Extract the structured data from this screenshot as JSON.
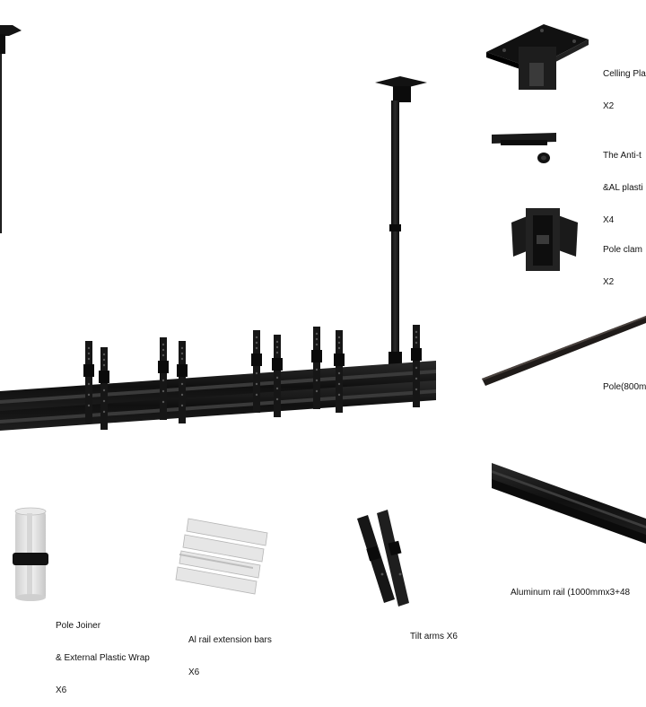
{
  "colors": {
    "background": "#ffffff",
    "metal": "#1b1b1b",
    "metal_dark": "#0b0b0b",
    "plastic": "#e4e4e4",
    "text": "#111111"
  },
  "parts": {
    "ceiling_plate": {
      "name": "Celling Pla",
      "qty": "X2",
      "icon": "ceiling-plate-icon"
    },
    "anti_tilt": {
      "name_line1": "The Anti-t",
      "name_line2": "&AL plasti",
      "qty": "X4",
      "icon": "anti-tilt-bracket-icon"
    },
    "pole_clamp": {
      "name": "Pole clam",
      "qty": "X2",
      "icon": "pole-clamp-icon"
    },
    "pole": {
      "name": "Pole(800m",
      "icon": "pole-icon"
    },
    "aluminum_rail": {
      "name": "Aluminum rail (1000mmx3+48",
      "icon": "aluminum-rail-icon"
    },
    "pole_joiner": {
      "name_line1": "Pole Joiner",
      "name_line2": "& External Plastic Wrap",
      "qty": "X6",
      "icon": "pole-joiner-icon"
    },
    "rail_extension_bars": {
      "name": "Al rail extension bars",
      "qty": "X6",
      "icon": "rail-extension-bar-icon"
    },
    "tilt_arms": {
      "name": "Tilt arms X6",
      "icon": "tilt-arm-icon"
    }
  },
  "assembly": {
    "icon": "ceiling-mount-assembly-icon"
  }
}
